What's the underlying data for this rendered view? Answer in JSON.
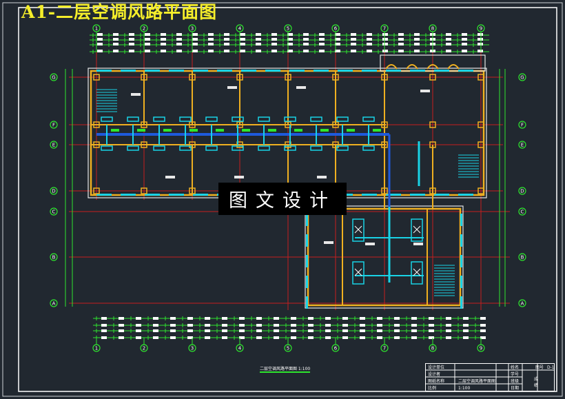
{
  "drawing": {
    "title": "A1-二层空调风路平面图",
    "watermark": "图文设计",
    "plan_label": "二层空调风路平面图 1:100",
    "column_axes": [
      "1",
      "2",
      "3",
      "4",
      "5",
      "6",
      "7",
      "8",
      "9"
    ],
    "row_axes": [
      "G",
      "F",
      "E",
      "D",
      "C",
      "B",
      "A"
    ],
    "colors": {
      "background": "#212830",
      "grid": "#c81e1e",
      "dimension": "#2ee62e",
      "wall": "#f0b020",
      "duct": "#19d3e6",
      "main_duct": "#1e5adc",
      "title": "#f5ee2a"
    }
  },
  "title_block": {
    "labels": [
      "设计单位",
      "设计者",
      "图纸名称",
      "比例"
    ],
    "drawing_name": "二层空调风路平面图",
    "scale": "1:100",
    "right_labels": [
      "姓名",
      "学号",
      "班级",
      "日期"
    ],
    "sheet_label": "图号",
    "sheet_no": "D-1",
    "grade_label": "成绩"
  }
}
